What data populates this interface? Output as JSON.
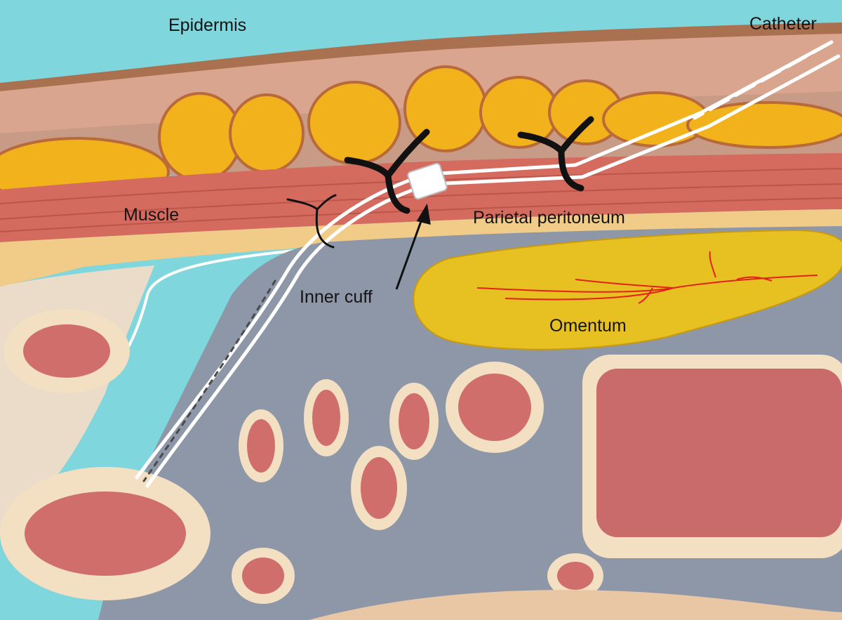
{
  "labels": {
    "epidermis": "Epidermis",
    "catheter": "Catheter",
    "muscle": "Muscle",
    "parietal_peritoneum": "Parietal peritoneum",
    "inner_cuff": "Inner cuff",
    "omentum": "Omentum"
  },
  "colors": {
    "background": "#7fd6dc",
    "skin": "#a9714f",
    "subcutaneous": "#d9a58f",
    "fat": "#f2b21c",
    "muscle": "#d46b5e",
    "peritoneum": "#f1cc88",
    "cavity": "#8d97a8",
    "omentum": "#e7c022",
    "omentum_vessel": "#e3221a",
    "catheter": "#ffffff",
    "suture": "#111111",
    "bowel": "#cf6e6a",
    "bowel_wall": "#f3dfc2"
  }
}
